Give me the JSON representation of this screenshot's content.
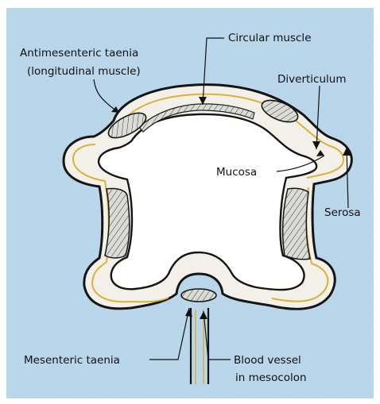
{
  "labels": {
    "antimesenteric_line1": "Antimesenteric taenia",
    "antimesenteric_line2": "(longitudinal muscle)",
    "circular_muscle": "Circular muscle",
    "diverticulum": "Diverticulum",
    "mucosa": "Mucosa",
    "serosa": "Serosa",
    "mesenteric_taenia": "Mesenteric taenia",
    "blood_vessel_line1": "Blood vessel",
    "blood_vessel_line2": "in mesocolon"
  },
  "colors": {
    "background": "#b9d6ea",
    "wall_outline": "#151515",
    "wall_fill": "#f3f1ea",
    "muscle_fill": "#d8d8d4",
    "serosa_yellow": "#d9b23a",
    "lumen": "#ffffff"
  }
}
